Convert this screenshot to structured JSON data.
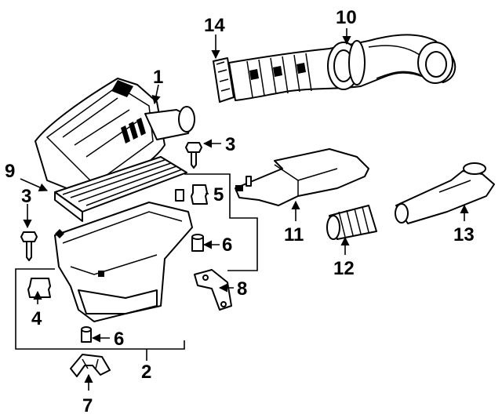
{
  "diagram": {
    "callouts": [
      "1",
      "2",
      "3",
      "3",
      "4",
      "5",
      "6",
      "6",
      "7",
      "8",
      "9",
      "10",
      "11",
      "12",
      "13",
      "14"
    ]
  }
}
